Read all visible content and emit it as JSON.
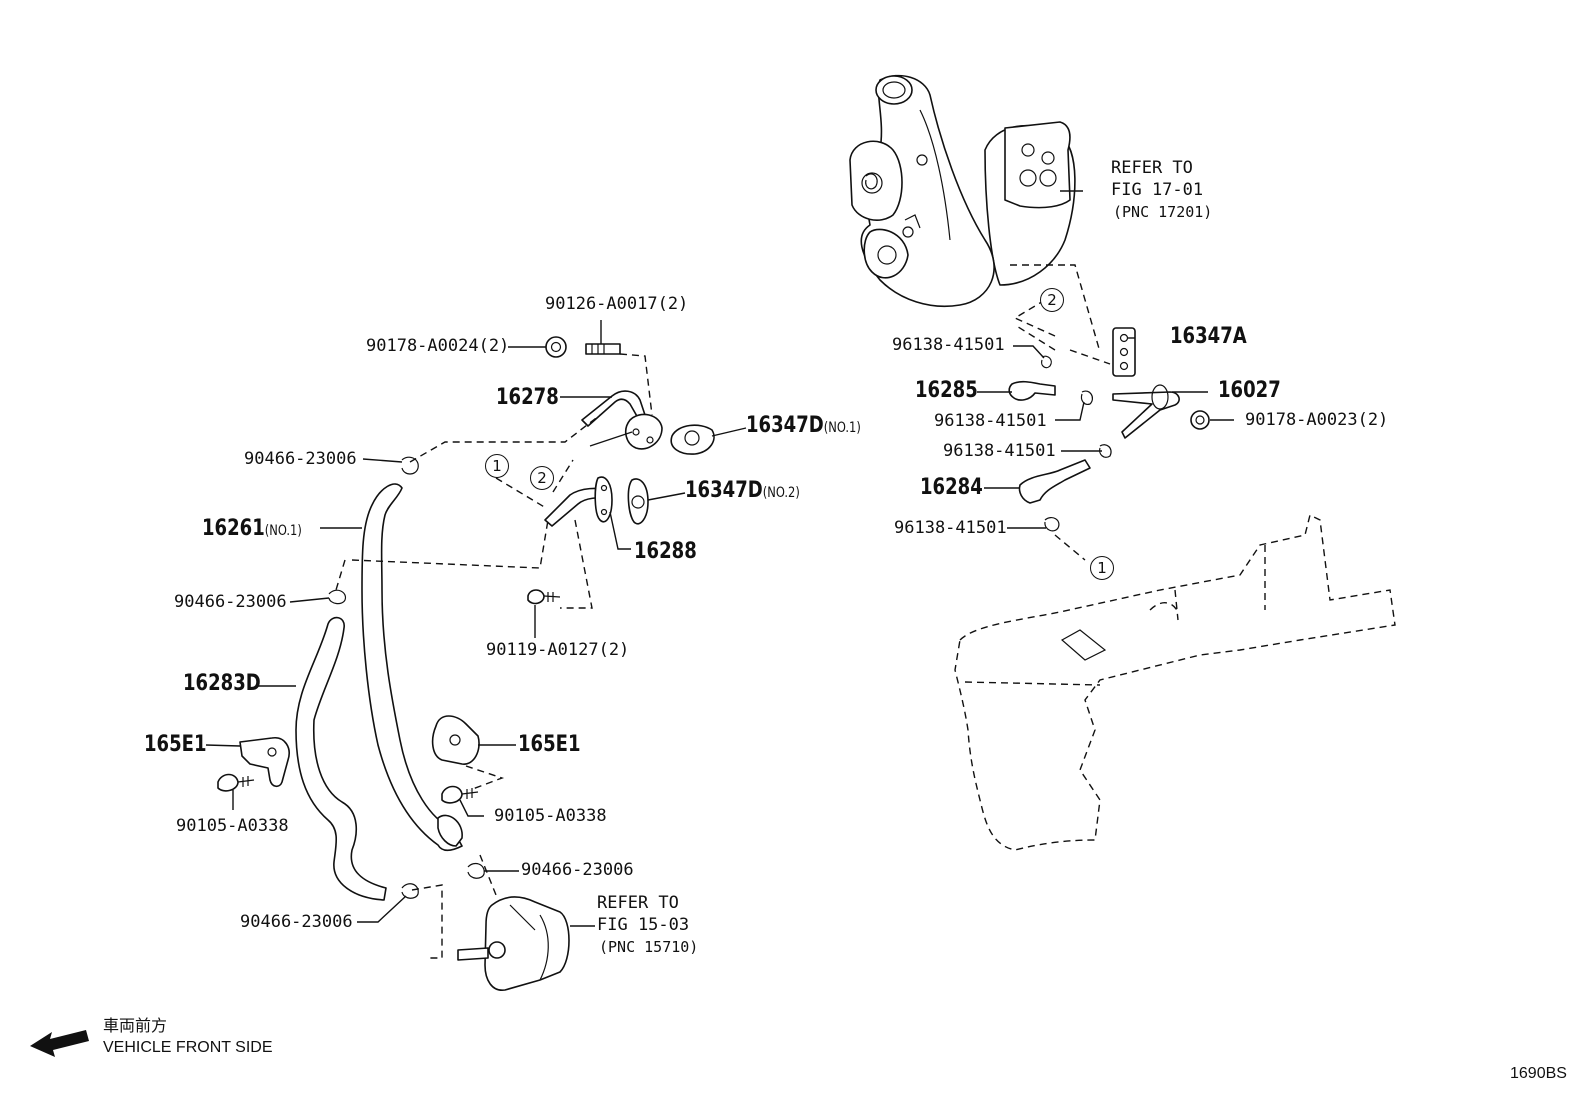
{
  "diagram_code": "1690BS",
  "direction": {
    "japanese": "車両前方",
    "english": "VEHICLE FRONT SIDE",
    "icon": "arrow-left-icon"
  },
  "refs": {
    "turbo": {
      "line1": "REFER TO",
      "line2": "FIG 17-01",
      "line3": "(PNC 17201)"
    },
    "cooler": {
      "line1": "REFER TO",
      "line2": "FIG 15-03",
      "line3": "(PNC 15710)"
    }
  },
  "parts": {
    "p90126": "90126-A0017(2)",
    "p90178a": "90178-A0024(2)",
    "p16278": "16278",
    "p16347d1": "16347D",
    "p16347d1_sfx": "(NO.1)",
    "p90466a": "90466-23006",
    "p16261": "16261",
    "p16261_sfx": "(NO.1)",
    "p16347d2": "16347D",
    "p16347d2_sfx": "(NO.2)",
    "p16288": "16288",
    "p90466b": "90466-23006",
    "p90119": "90119-A0127(2)",
    "p16283d": "16283D",
    "p165e1a": "165E1",
    "p165e1b": "165E1",
    "p90105a": "90105-A0338",
    "p90105b": "90105-A0338",
    "p90466c": "90466-23006",
    "p90466d": "90466-23006",
    "p16347a": "16347A",
    "p96138a": "96138-41501",
    "p16285": "16285",
    "p16027": "16027",
    "p96138b": "96138-41501",
    "p90178b": "90178-A0023(2)",
    "p96138c": "96138-41501",
    "p16284": "16284",
    "p96138d": "96138-41501"
  },
  "markers": {
    "one": "1",
    "two": "2"
  }
}
